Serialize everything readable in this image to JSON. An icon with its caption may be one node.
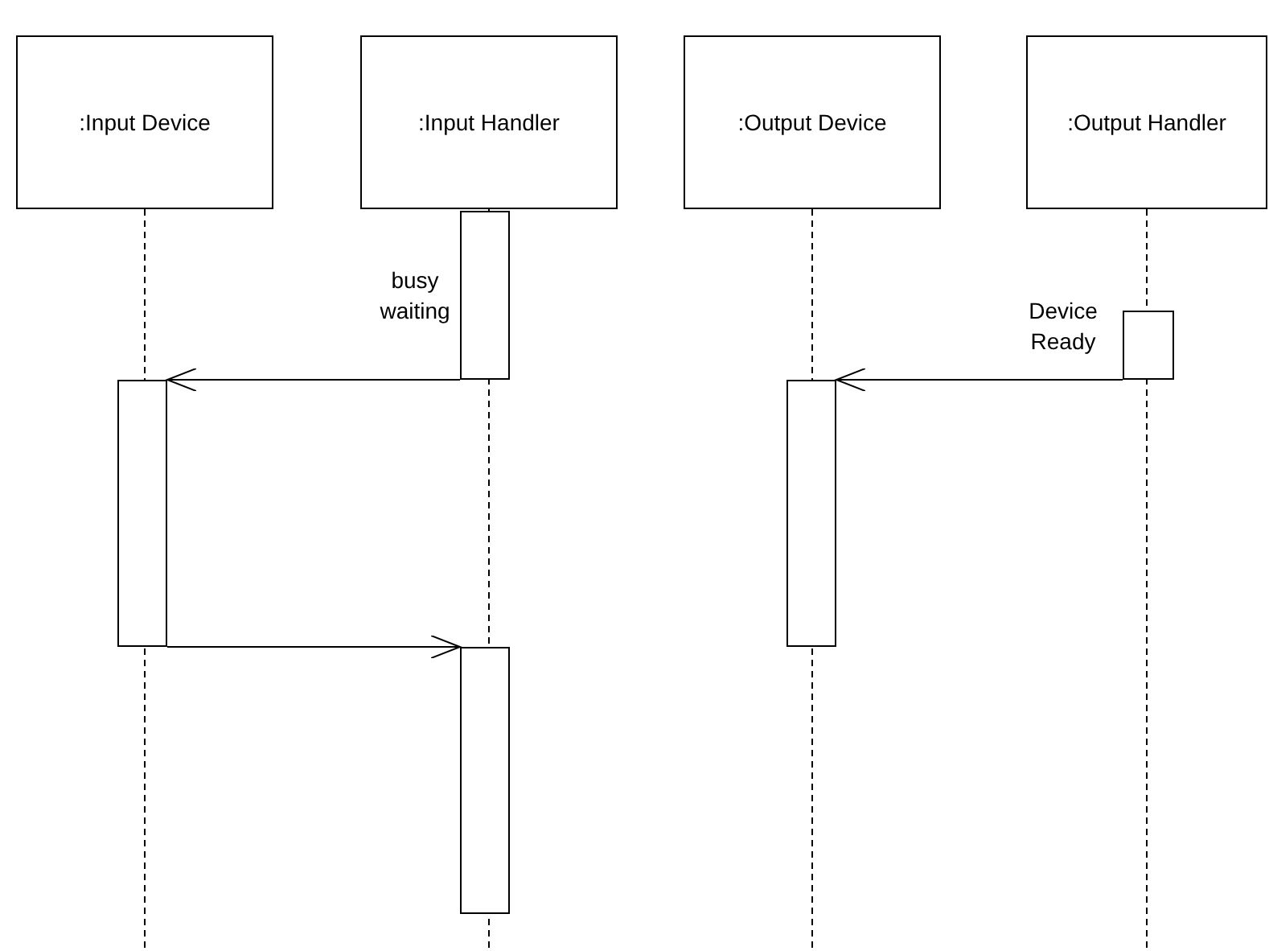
{
  "diagram": {
    "nodes": [
      {
        "text": [
          ":Input Device"
        ]
      },
      {
        "text": [
          ":Input Handler"
        ]
      },
      {
        "text": [
          ":Output Device"
        ]
      },
      {
        "text": [
          ":Output Handler"
        ]
      },
      {
        "text": [],
        "shape": "bar",
        "beside": [
          "busy waiting"
        ]
      },
      {
        "text": [],
        "shape": "bar",
        "beside": [
          "Device Ready"
        ]
      },
      {
        "text": [],
        "shape": "bar"
      },
      {
        "text": [],
        "shape": "bar"
      },
      {
        "text": [],
        "shape": "bar"
      }
    ],
    "edges": [
      {
        "from": 4,
        "to": 6,
        "arrow": "to"
      },
      {
        "from": 5,
        "to": 7,
        "arrow": "to"
      },
      {
        "from": 6,
        "to": 8,
        "arrow": "to"
      }
    ]
  }
}
